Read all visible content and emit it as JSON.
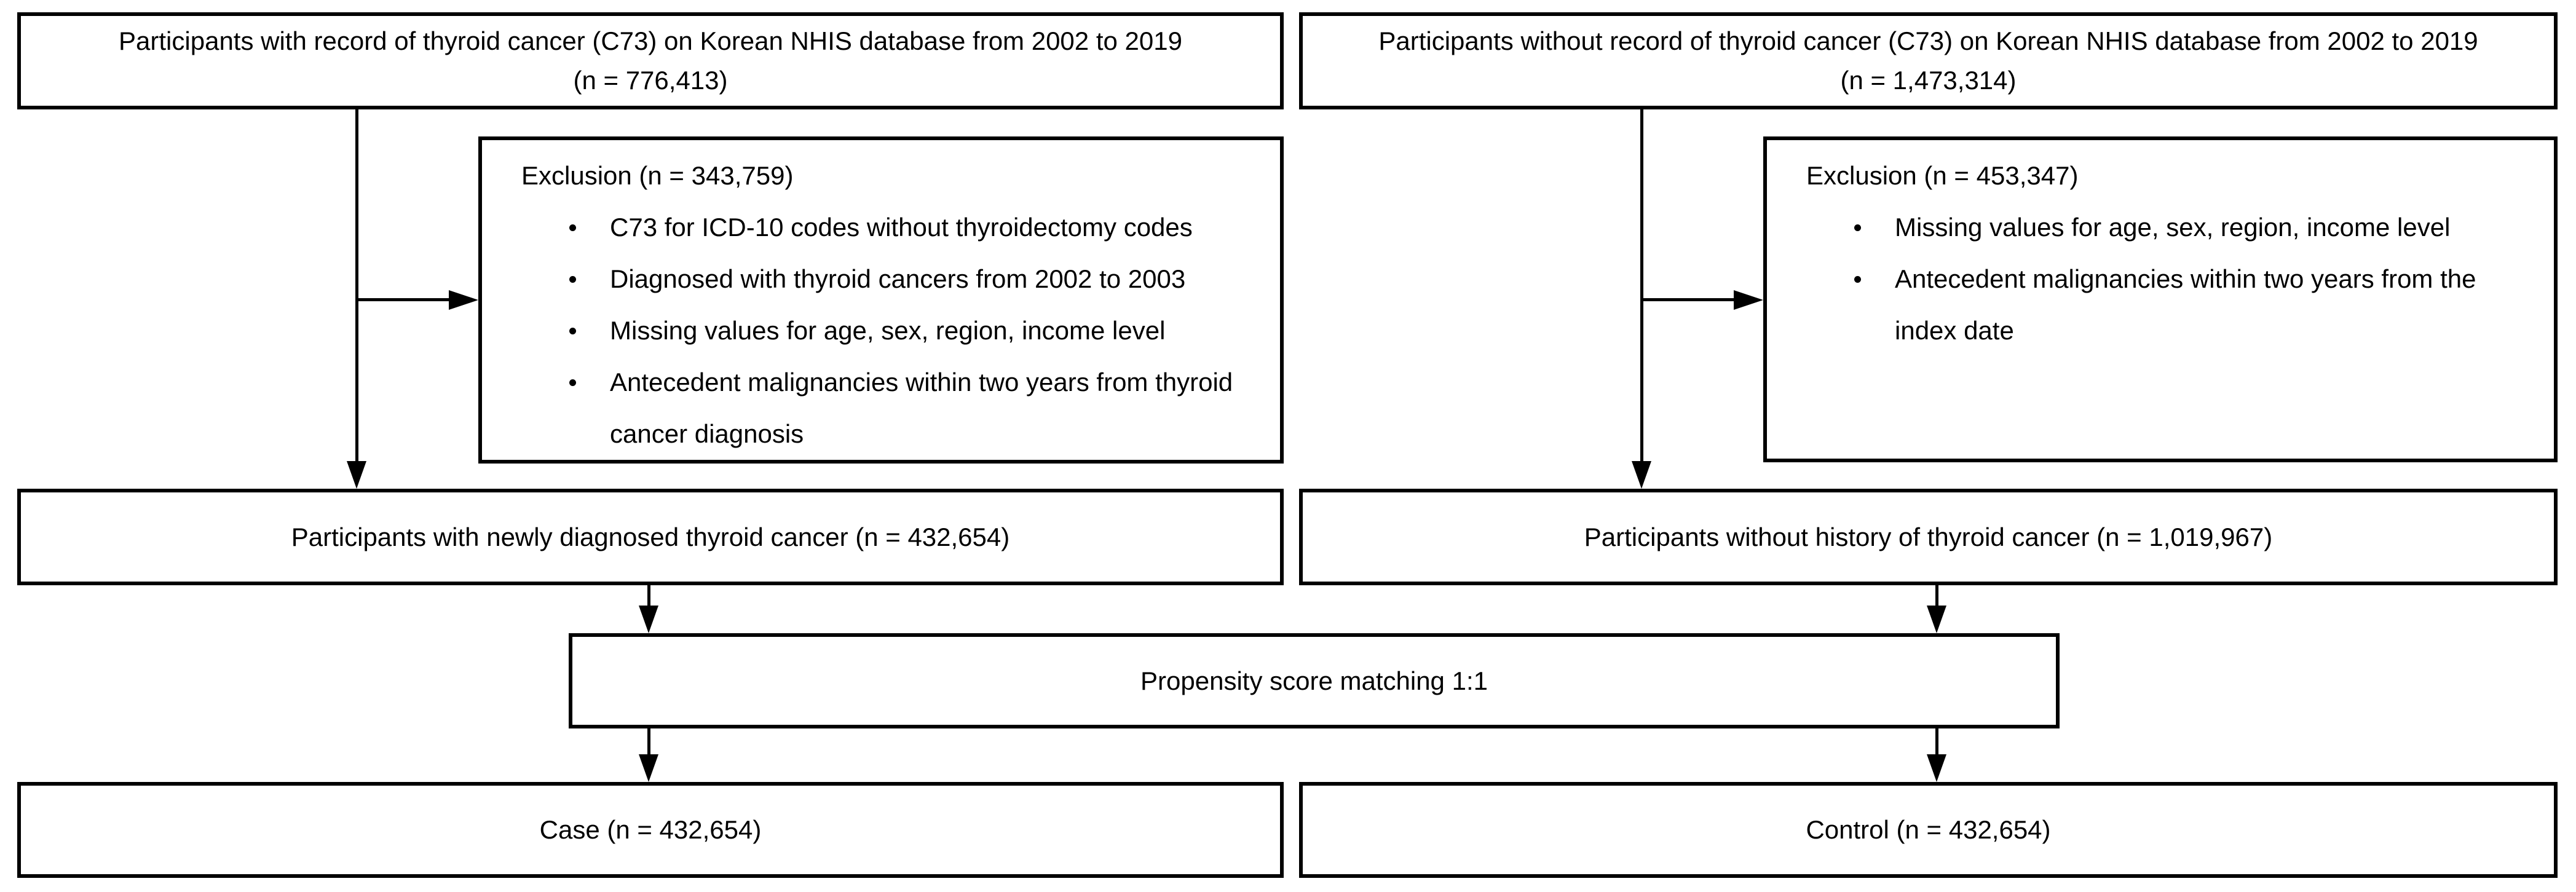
{
  "colors": {
    "line": "#000000",
    "background": "#ffffff",
    "text": "#000000"
  },
  "boxes": {
    "source_case": {
      "text": "Participants with record of thyroid cancer (C73) on Korean NHIS database from 2002 to 2019",
      "n": "(n = 776,413)"
    },
    "source_control": {
      "text": "Participants without  record of thyroid cancer (C73) on Korean NHIS database from 2002 to 2019",
      "n": "(n = 1,473,314)"
    },
    "exclusion_case": {
      "title": "Exclusion (n = 343,759)",
      "items": [
        "C73 for ICD-10 codes without thyroidectomy codes",
        "Diagnosed with thyroid cancers from 2002 to 2003",
        "Missing values for age, sex, region, income level",
        "Antecedent malignancies within two years from thyroid cancer diagnosis"
      ]
    },
    "exclusion_control": {
      "title": "Exclusion (n = 453,347)",
      "items": [
        "Missing values for age, sex, region, income level",
        "Antecedent malignancies within two years from the index date"
      ]
    },
    "eligible_case": {
      "text": "Participants with newly diagnosed thyroid cancer (n = 432,654)"
    },
    "eligible_control": {
      "text": "Participants without history of thyroid cancer (n = 1,019,967)"
    },
    "matching": {
      "text": "Propensity score matching 1:1"
    },
    "case": {
      "text": "Case (n = 432,654)"
    },
    "control": {
      "text": "Control (n = 432,654)"
    }
  }
}
